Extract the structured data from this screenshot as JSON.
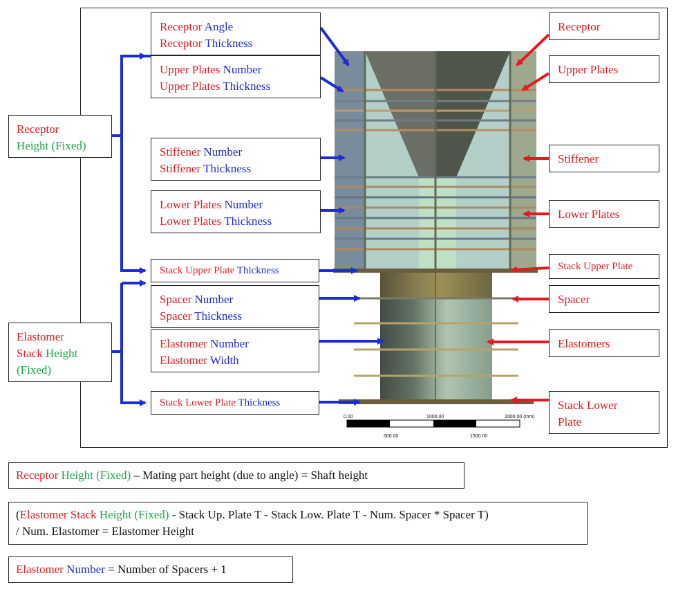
{
  "left_labels": {
    "receptor_height": {
      "l1_red": "Receptor",
      "l2_green": "Height (Fixed)"
    },
    "elastomer_stack_height": {
      "l1_red": "Elastomer",
      "l2_red": "Stack",
      "l2_green": "Height",
      "l3_green": "(Fixed)"
    }
  },
  "param_boxes": {
    "receptor": {
      "a_red": "Receptor",
      "a_blue": "Angle",
      "b_red": "Receptor",
      "b_blue": "Thickness"
    },
    "upper_plates": {
      "a_red": "Upper Plates",
      "a_blue": "Number",
      "b_red": "Upper Plates",
      "b_blue": "Thickness"
    },
    "stiffener": {
      "a_red": "Stiffener",
      "a_blue": "Number",
      "b_red": "Stiffener",
      "b_blue": "Thickness"
    },
    "lower_plates": {
      "a_red": "Lower Plates",
      "a_blue": "Number",
      "b_red": "Lower Plates",
      "b_blue": "Thickness"
    },
    "stack_upper": {
      "a_red": "Stack Upper Plate",
      "a_blue": "Thickness"
    },
    "spacer": {
      "a_red": "Spacer",
      "a_blue": "Number",
      "b_red": "Spacer",
      "b_blue": "Thickness"
    },
    "elastomer": {
      "a_red": "Elastomer",
      "a_blue": "Number",
      "b_red": "Elastomer",
      "b_blue": "Width"
    },
    "stack_lower": {
      "a_red": "Stack Lower Plate",
      "a_blue": "Thickness"
    }
  },
  "part_labels": {
    "receptor": "Receptor",
    "upper_plates": "Upper Plates",
    "stiffener": "Stiffener",
    "lower_plates": "Lower Plates",
    "stack_upper_plate": "Stack Upper Plate",
    "spacer": "Spacer",
    "elastomers": "Elastomers",
    "stack_lower_plate_1": "Stack Lower",
    "stack_lower_plate_2": "Plate"
  },
  "scale_bar": {
    "top_ticks": [
      "0.00",
      "1000.00",
      "2000.00 (mm)"
    ],
    "bottom_ticks": [
      "500.00",
      "1500.00"
    ]
  },
  "formulas": {
    "f1": {
      "a_red": "Receptor",
      "b_green": "Height (Fixed)",
      "c_blk": " – Mating part height (due to angle) = Shaft height"
    },
    "f2": {
      "open": "(",
      "a_red": "Elastomer Stack",
      "b_green": "Height (Fixed)",
      "c_blk": " - Stack Up. Plate T - Stack Low. Plate T - Num. Spacer * Spacer T)",
      "line2": "/ Num. Elastomer = Elastomer Height"
    },
    "f3": {
      "a_red": "Elastomer",
      "b_blue": "Number",
      "c_blk": " = Number of Spacers + 1"
    }
  },
  "colors": {
    "red": "#e8191e",
    "blue": "#1c2bdc",
    "green": "#18a64b"
  }
}
